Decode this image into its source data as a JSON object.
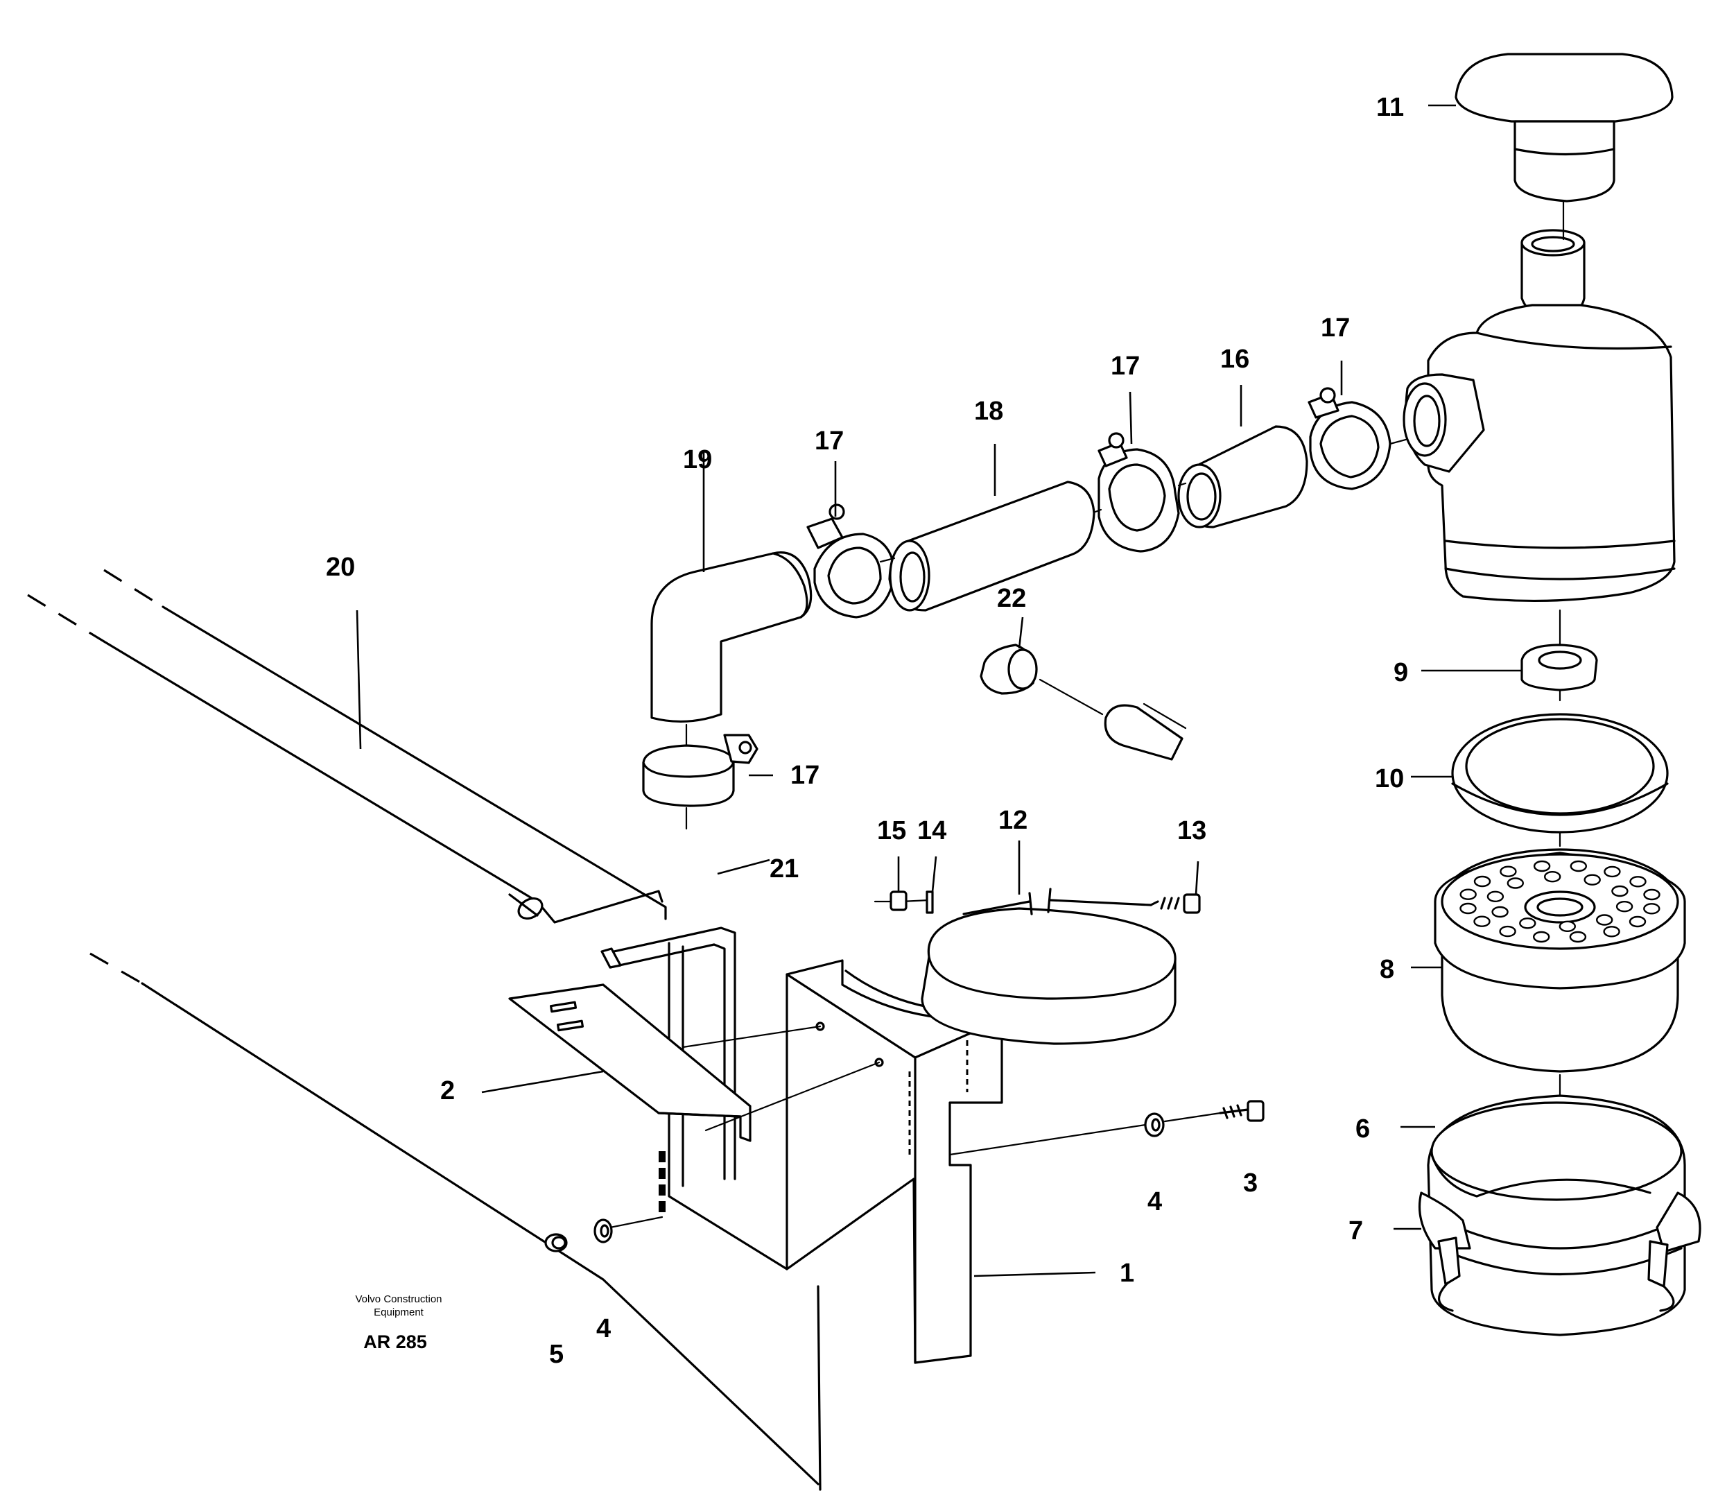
{
  "callouts": {
    "c1": "1",
    "c2": "2",
    "c3": "3",
    "c4a": "4",
    "c4b": "4",
    "c5": "5",
    "c6": "6",
    "c7": "7",
    "c8": "8",
    "c9": "9",
    "c10": "10",
    "c11": "11",
    "c12": "12",
    "c13": "13",
    "c14": "14",
    "c15": "15",
    "c16": "16",
    "c17a": "17",
    "c17b": "17",
    "c17c": "17",
    "c17d": "17",
    "c18": "18",
    "c19": "19",
    "c20": "20",
    "c21": "21",
    "c22": "22"
  },
  "credit": {
    "line1": "Volvo Construction",
    "line2": "Equipment",
    "code": "AR 285"
  }
}
